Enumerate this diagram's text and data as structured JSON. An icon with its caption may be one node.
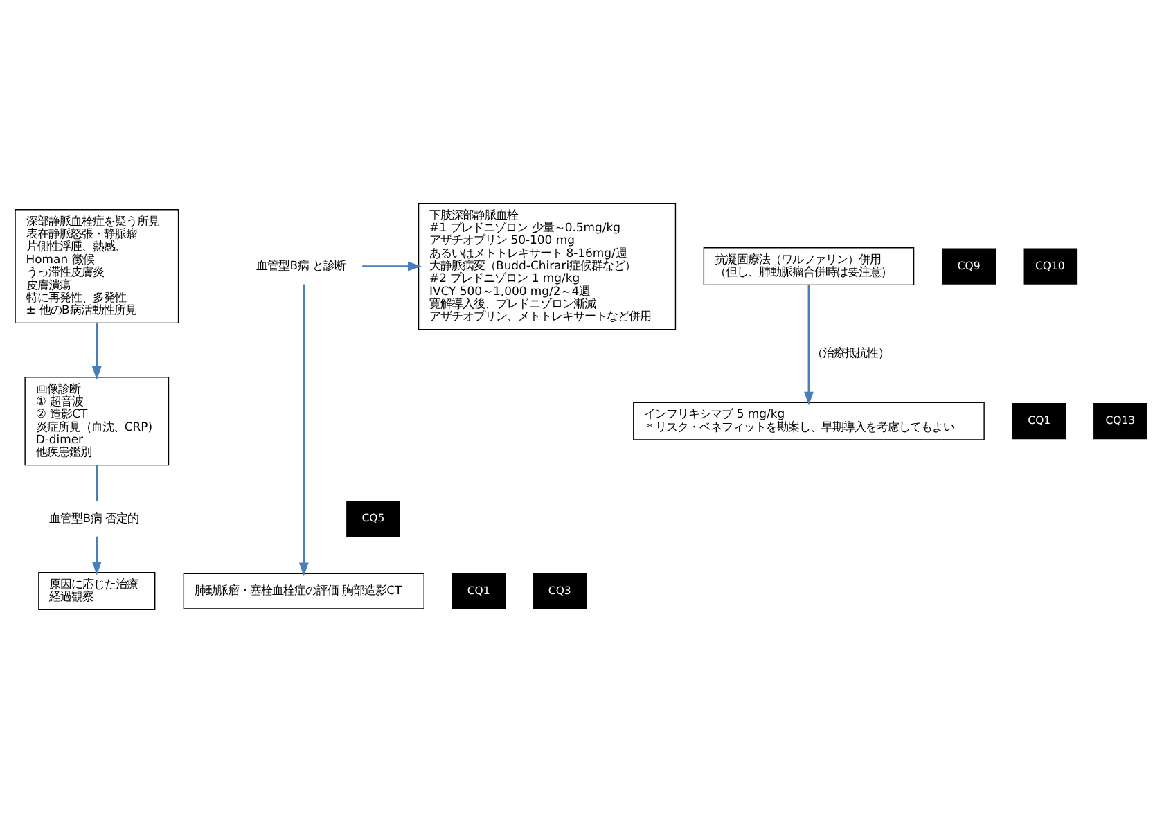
{
  "diagram": {
    "nodes": [
      {
        "text": [
          "深部静脈血栓症を疑う所見",
          "表在静脈怒張・静脈瘤",
          "片側性浮腫、熱感、",
          "Homan 徴候",
          "うっ滞性皮膚炎",
          "皮膚潰瘍",
          "特に再発性、多発性",
          "± 他のB病活動性所見"
        ]
      },
      {
        "text": [
          "画像診断",
          "① 超音波",
          "② 造影CT",
          "炎症所見（血沈、CRP)",
          "D-dimer",
          "他疾患鑑別"
        ]
      },
      {
        "text": [
          "血管型B病 と診断"
        ]
      },
      {
        "text": [
          "下肢深部静脈血栓",
          "#1 プレドニゾロン 少量～0.5mg/kg",
          "アザチオプリン 50-100 mg",
          "あるいはメトトレキサート 8-16mg/週",
          "大静脈病変（Budd-Chirari症候群など）",
          "#2 プレドニゾロン 1 mg/kg",
          "IVCY 500～1,000 mg/2～4週",
          "寛解導入後、プレドニゾロン漸減",
          "アザチオプリン、メトトレキサートなど併用"
        ]
      },
      {
        "text": [
          "抗凝固療法（ワルファリン）併用",
          "（但し、肺動脈瘤合併時は要注意）"
        ]
      },
      {
        "text": [
          "インフリキシマブ 5 mg/kg",
          "＊リスク・ベネフィットを勘案し、早期導入を考慮してもよい"
        ]
      },
      {
        "text": [
          "原因に応じた治療",
          "経過観察"
        ]
      },
      {
        "text": [
          "肺動脈瘤・塞栓血栓症の評価 胸部造影CT"
        ]
      },
      {
        "text": [
          "血管型B病 否定的"
        ]
      }
    ],
    "edges": [
      {
        "from": 0,
        "to": 1,
        "arrow": "to"
      },
      {
        "from": 2,
        "to": 3,
        "arrow": "to"
      },
      {
        "from": 2,
        "to": 7,
        "arrow": "to"
      },
      {
        "from": 1,
        "to": 8,
        "arrow": "none"
      },
      {
        "from": 8,
        "to": 6,
        "arrow": "to"
      },
      {
        "from": 4,
        "to": 5,
        "arrow": "to",
        "label": "（治療抵抗性）"
      }
    ],
    "labels": [
      "CQ1",
      "CQ9",
      "CQ10",
      "CQ5",
      "CQ13",
      "CQ1",
      "CQ3"
    ]
  }
}
